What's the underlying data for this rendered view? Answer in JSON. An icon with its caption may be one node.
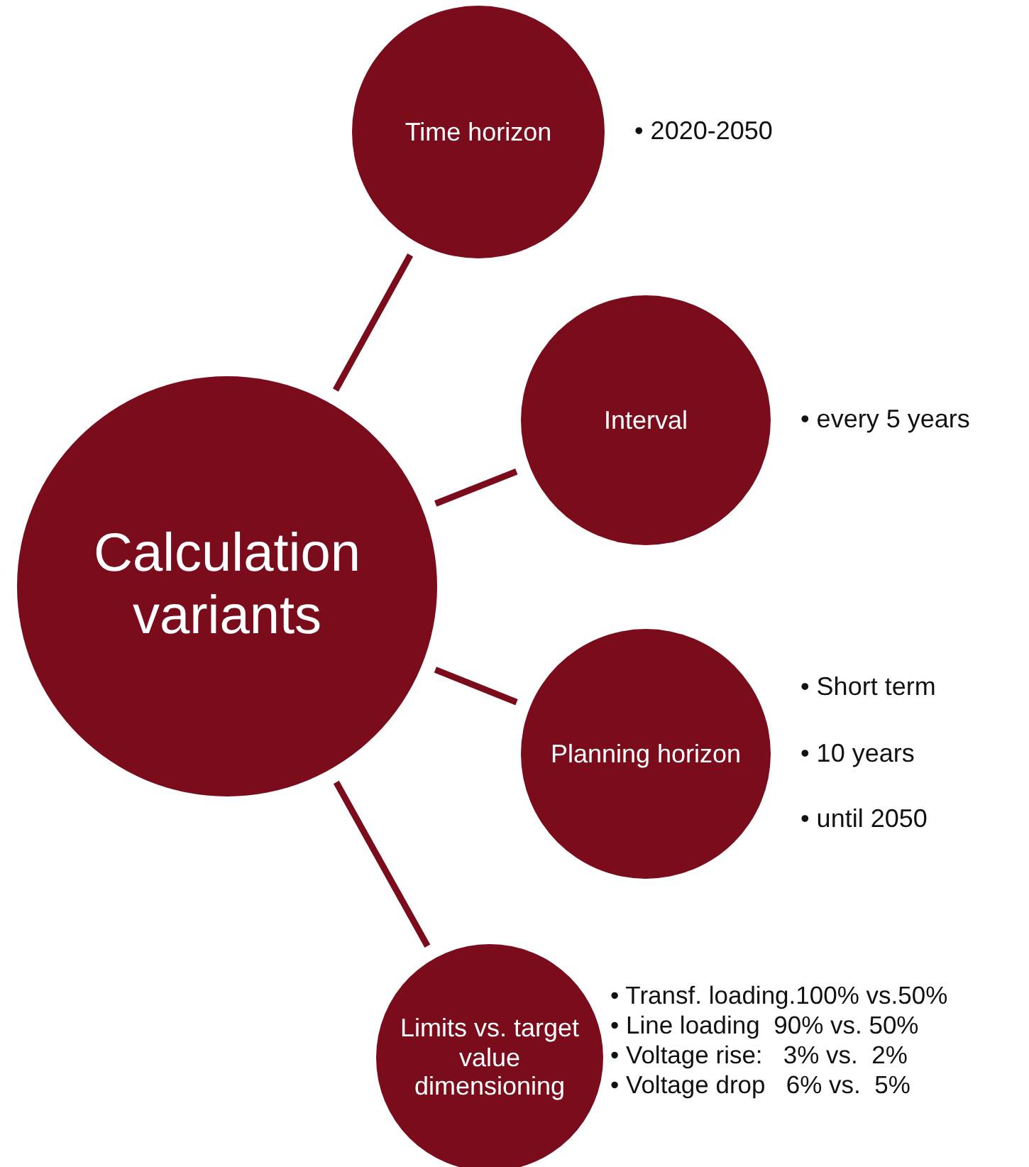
{
  "diagram": {
    "nodes": [
      {
        "text": [
          "Calculation variants"
        ]
      },
      {
        "text": [
          "Time horizon"
        ],
        "beside": [
          "• 2020-2050"
        ]
      },
      {
        "text": [
          "Interval"
        ],
        "beside": [
          "• every 5 years"
        ]
      },
      {
        "text": [
          "Planning horizon"
        ],
        "beside": [
          "• Short term",
          "• 10 years",
          "• until 2050"
        ]
      },
      {
        "text": [
          "Limits vs. target value dimensioning"
        ],
        "beside": [
          "• Transf. loading.100% vs.50%",
          "• Line loading  90% vs. 50%",
          "• Voltage rise:   3% vs.  2%",
          "• Voltage drop   6% vs.  5%"
        ]
      }
    ],
    "edges": [
      {
        "from": 0,
        "to": 1,
        "arrow": "none"
      },
      {
        "from": 0,
        "to": 2,
        "arrow": "none"
      },
      {
        "from": 0,
        "to": 3,
        "arrow": "none"
      },
      {
        "from": 0,
        "to": 4,
        "arrow": "none"
      }
    ]
  }
}
